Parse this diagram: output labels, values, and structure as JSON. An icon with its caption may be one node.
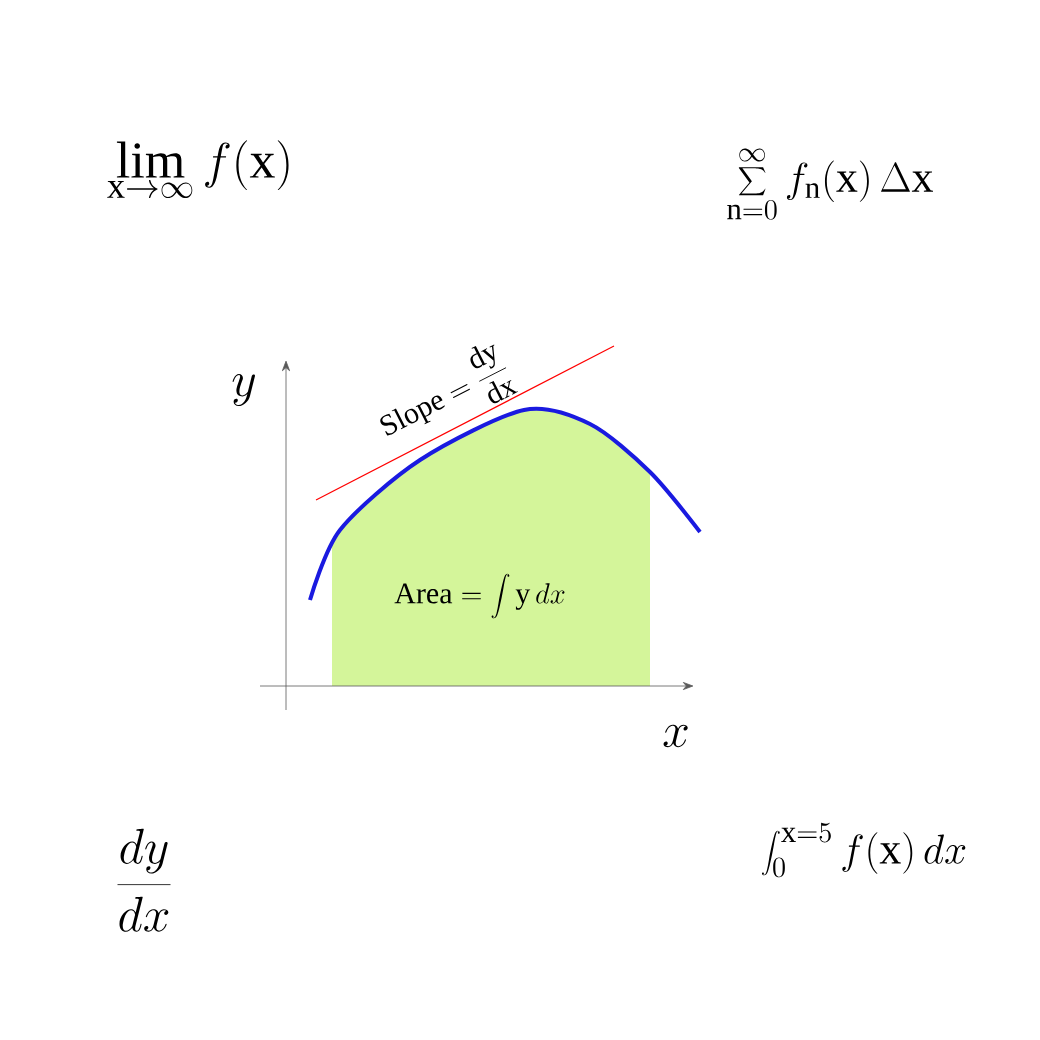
{
  "diagram": {
    "labels": [
      "\\lim_{\\mathrm{x}\\to\\infty} f(\\mathrm{x})",
      "\\sum_{\\mathrm{n}=0}^{\\infty} f_{\\mathrm{n}}(\\mathrm{x})\\,\\Delta\\mathrm{x}",
      "y",
      "\\mathrm{Slope} = \\frac{\\mathrm{dy}}{\\mathrm{dx}}",
      "\\mathrm{Area} = \\int \\mathrm{y}\\,dx",
      "x",
      "\\frac{dy}{dx}",
      "\\int_{0}^{\\mathrm{x}=5} f(\\mathrm{x})\\,dx"
    ]
  }
}
